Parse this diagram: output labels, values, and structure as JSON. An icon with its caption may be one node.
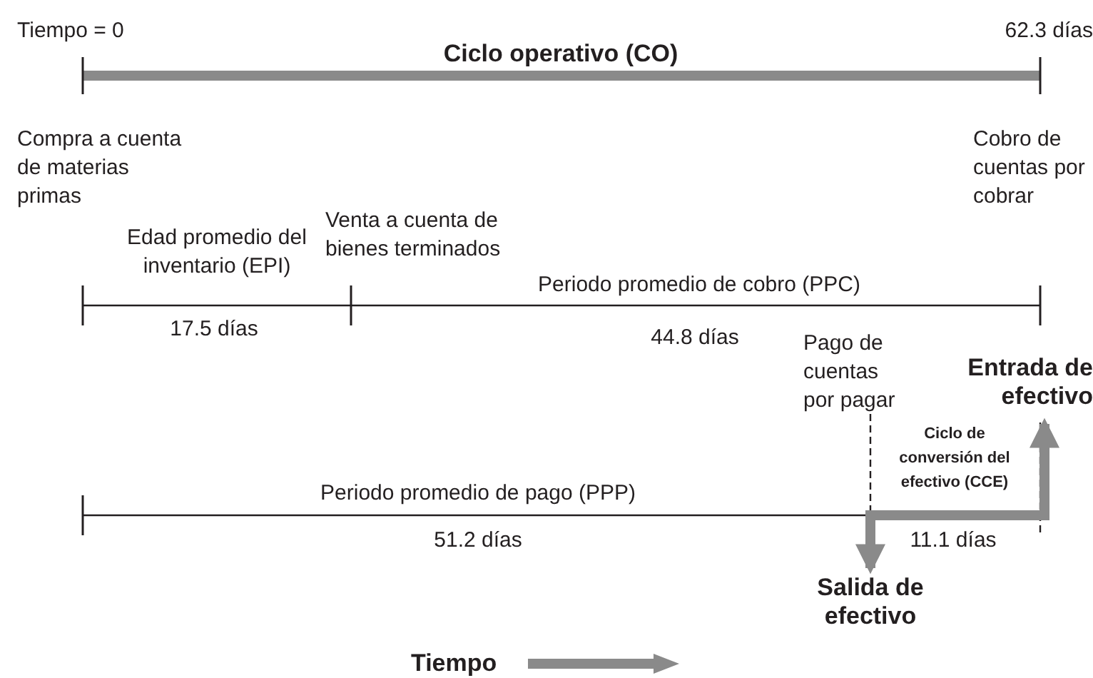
{
  "diagram": {
    "nodes": [
      {
        "text": [
          "Entrada de efectivo"
        ]
      },
      {
        "text": [
          "Salida de efectivo"
        ]
      }
    ],
    "edges": [
      {
        "from": 1,
        "to": 0,
        "arrow": "both",
        "color": "#8a8a8a"
      }
    ],
    "labels": [
      "Tiempo = 0",
      "62.3 días",
      "Ciclo operativo (CO)",
      "Compra a cuenta de materias primas",
      "Cobro de cuentas por cobrar",
      "Edad promedio del inventario (EPI)",
      "Venta a cuenta de bienes terminados",
      "Periodo promedio de cobro (PPC)",
      "17.5 días",
      "44.8 días",
      "Pago de cuentas por pagar",
      "Ciclo de conversión del efectivo (CCE)",
      "Periodo promedio de pago (PPP)",
      "51.2 días",
      "11.1 días",
      "Tiempo"
    ]
  }
}
